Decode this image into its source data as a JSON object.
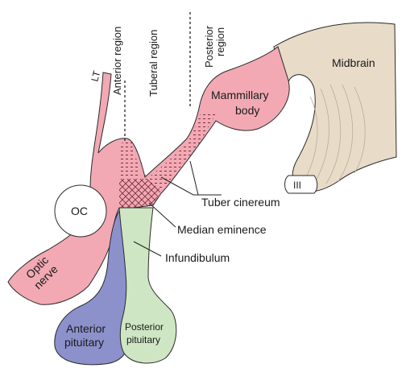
{
  "regions": {
    "anterior": "Anterior region",
    "tuberal": "Tuberal region",
    "posterior_line1": "Posterior",
    "posterior_line2": "region"
  },
  "structures": {
    "lt": "LT",
    "oc": "OC",
    "optic_nerve_line1": "Optic",
    "optic_nerve_line2": "nerve",
    "mammillary_line1": "Mammillary",
    "mammillary_line2": "body",
    "midbrain": "Midbrain",
    "cranial_nerve": "III",
    "anterior_pituitary_line1": "Anterior",
    "anterior_pituitary_line2": "pituitary",
    "posterior_pituitary_line1": "Posterior",
    "posterior_pituitary_line2": "pituitary"
  },
  "callouts": {
    "tuber_cinereum": "Tuber cinereum",
    "median_eminence": "Median eminence",
    "infundibulum": "Infundibulum"
  },
  "colors": {
    "hypothalamus_pink": "#f2a9b4",
    "midbrain_tan": "#e8dcc8",
    "anterior_pituitary_blue": "#8c91cc",
    "posterior_pituitary_green": "#cfe6c4",
    "outline": "#2a2a2a"
  }
}
